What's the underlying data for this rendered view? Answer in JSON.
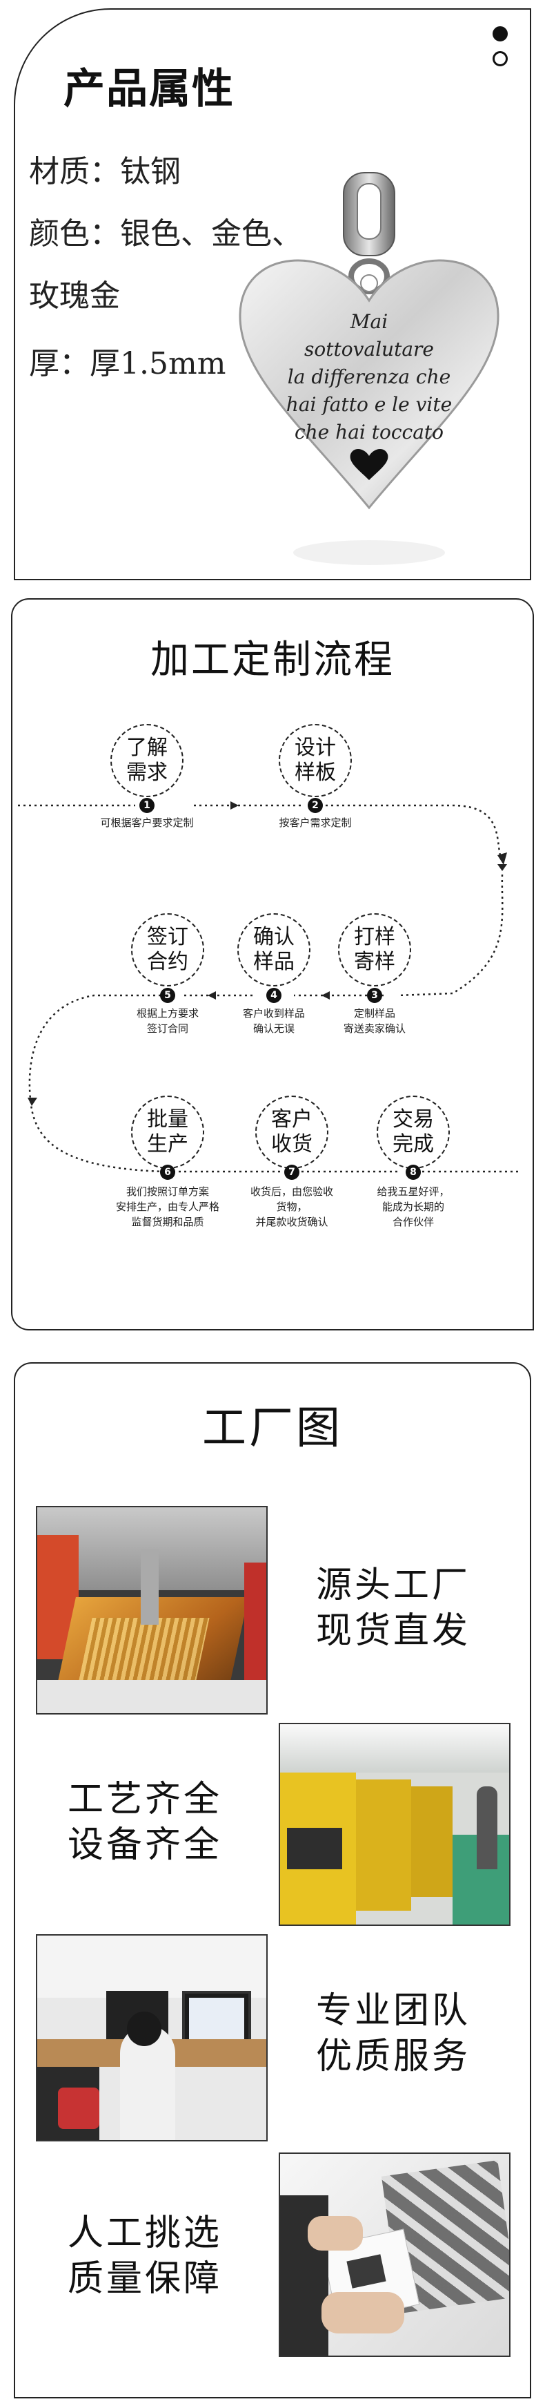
{
  "panel_attributes": {
    "title": "产品属性",
    "lines": [
      "材质：钛钢",
      "颜色：银色、金色、",
      "玫瑰金",
      "厚：厚1.5mm"
    ],
    "pendant_engraving": [
      "Mai",
      "sottovalutare",
      "la differenza che",
      "hai fatto e le vite",
      "che hai toccato"
    ]
  },
  "panel_process": {
    "title": "加工定制流程",
    "steps": [
      {
        "label1": "了解",
        "label2": "需求",
        "num": "1",
        "desc1": "可根据客户要求定制",
        "desc2": "",
        "desc3": ""
      },
      {
        "label1": "设计",
        "label2": "样板",
        "num": "2",
        "desc1": "按客户需求定制",
        "desc2": "",
        "desc3": ""
      },
      {
        "label1": "打样",
        "label2": "寄样",
        "num": "3",
        "desc1": "定制样品",
        "desc2": "寄送卖家确认",
        "desc3": ""
      },
      {
        "label1": "确认",
        "label2": "样品",
        "num": "4",
        "desc1": "客户收到样品",
        "desc2": "确认无误",
        "desc3": ""
      },
      {
        "label1": "签订",
        "label2": "合约",
        "num": "5",
        "desc1": "根据上方要求",
        "desc2": "签订合同",
        "desc3": ""
      },
      {
        "label1": "批量",
        "label2": "生产",
        "num": "6",
        "desc1": "我们按照订单方案",
        "desc2": "安排生产，由专人严格",
        "desc3": "监督货期和品质"
      },
      {
        "label1": "客户",
        "label2": "收货",
        "num": "7",
        "desc1": "收货后，由您验收",
        "desc2": "货物，",
        "desc3": "并尾款收货确认"
      },
      {
        "label1": "交易",
        "label2": "完成",
        "num": "8",
        "desc1": "给我五星好评，",
        "desc2": "能成为长期的",
        "desc3": "合作伙伴"
      }
    ]
  },
  "panel_factory": {
    "title": "工厂图",
    "captions": [
      {
        "line1": "源头工厂",
        "line2": "现货直发"
      },
      {
        "line1": "工艺齐全",
        "line2": "设备齐全"
      },
      {
        "line1": "专业团队",
        "line2": "优质服务"
      },
      {
        "line1": "人工挑选",
        "line2": "质量保障"
      }
    ]
  }
}
